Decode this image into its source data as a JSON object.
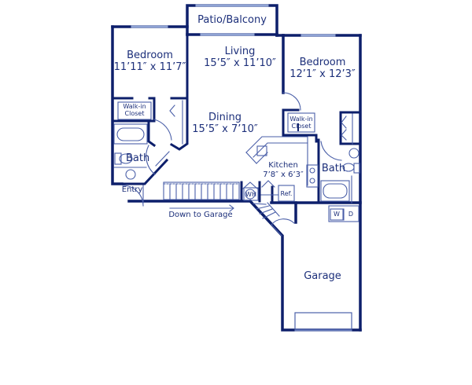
{
  "colors": {
    "wall": "#0d1f6b",
    "fixture": "#4a5fa8",
    "window": "#8fa3d4",
    "text": "#1c2f7a",
    "background": "#ffffff"
  },
  "rooms": {
    "patio": {
      "name": "Patio/Balcony"
    },
    "bedroom1": {
      "name": "Bedroom",
      "dims": "11’11″ x 11’7″"
    },
    "living": {
      "name": "Living",
      "dims": "15’5″ x 11’10″"
    },
    "bedroom2": {
      "name": "Bedroom",
      "dims": "12’1″ x 12’3″"
    },
    "dining": {
      "name": "Dining",
      "dims": "15’5″ x 7’10″"
    },
    "kitchen": {
      "name": "Kitchen",
      "dims": "7’8″ x 6’3″"
    },
    "closet1": {
      "name": "Walk-in Closet",
      "line1": "Walk-in",
      "line2": "Closet"
    },
    "closet2": {
      "name": "Walk-in Closet",
      "line1": "Walk-in",
      "line2": "Closet"
    },
    "bath1": {
      "name": "Bath"
    },
    "bath2": {
      "name": "Bath"
    },
    "entry": {
      "name": "Entry"
    },
    "garage": {
      "name": "Garage"
    }
  },
  "fixtures": {
    "water_heater": "WH",
    "refrigerator": "Ref.",
    "washer": "W",
    "dryer": "D"
  },
  "annotations": {
    "stairs": "Down to Garage"
  }
}
